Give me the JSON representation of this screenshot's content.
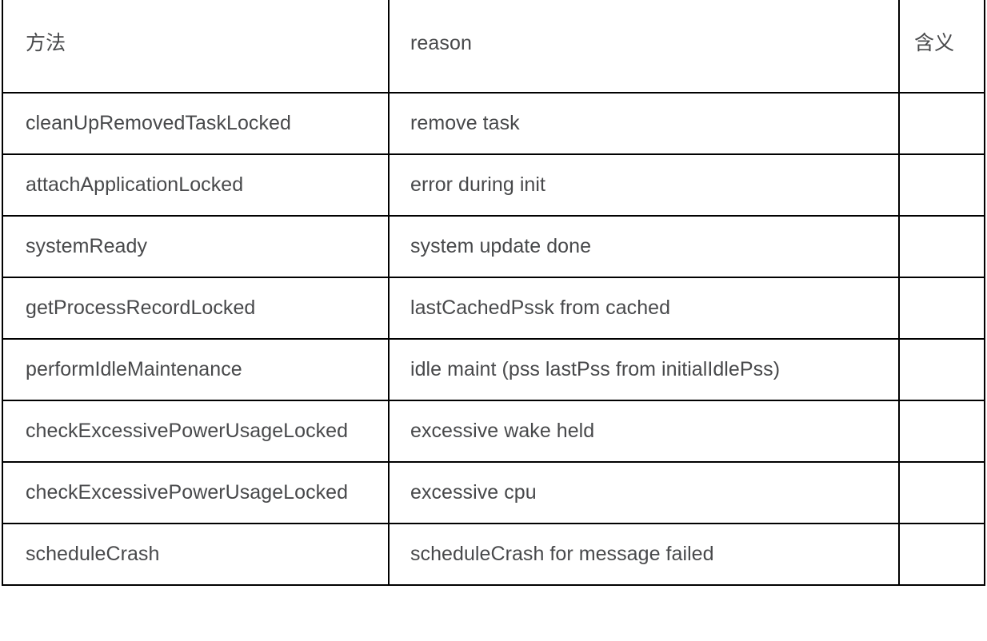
{
  "document": {
    "type": "table",
    "language_note": "Chinese + English technical reference table",
    "background_color": "#ffffff",
    "text_color": "#48494b",
    "border_color": "#000000"
  },
  "table": {
    "columns": [
      {
        "key": "method",
        "header": "方法"
      },
      {
        "key": "reason",
        "header": "reason"
      },
      {
        "key": "meaning",
        "header": "含义"
      }
    ],
    "rows": [
      {
        "method": "cleanUpRemovedTaskLocked",
        "reason": "remove task",
        "meaning": ""
      },
      {
        "method": "attachApplicationLocked",
        "reason": "error during init",
        "meaning": ""
      },
      {
        "method": "systemReady",
        "reason": "system update done",
        "meaning": ""
      },
      {
        "method": "getProcessRecordLocked",
        "reason": "lastCachedPssk from cached",
        "meaning": ""
      },
      {
        "method": "performIdleMaintenance",
        "reason": "idle maint (pss lastPss from initialIdlePss)",
        "meaning": ""
      },
      {
        "method": "checkExcessivePowerUsageLocked",
        "reason": "excessive wake held",
        "meaning": ""
      },
      {
        "method": "checkExcessivePowerUsageLocked",
        "reason": "excessive cpu",
        "meaning": ""
      },
      {
        "method": "scheduleCrash",
        "reason": "scheduleCrash for message failed",
        "meaning": ""
      }
    ]
  }
}
